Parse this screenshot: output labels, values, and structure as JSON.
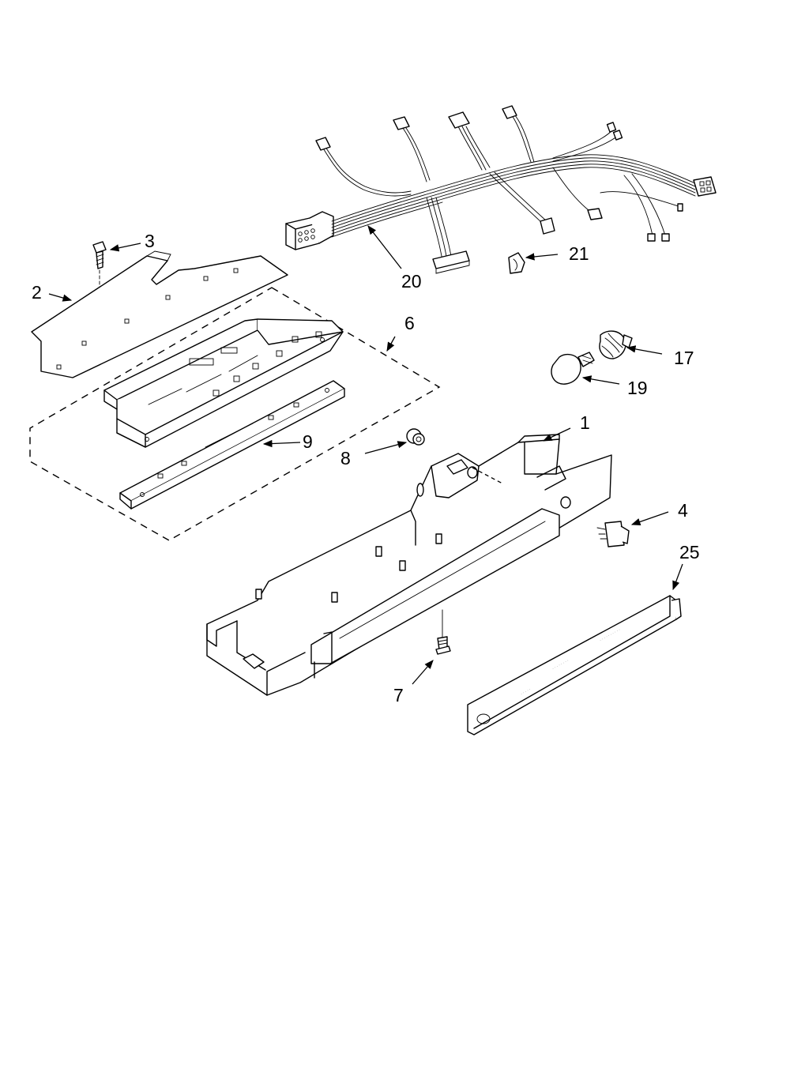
{
  "diagram": {
    "callouts": [
      {
        "id": "c1",
        "label": "1"
      },
      {
        "id": "c2",
        "label": "2"
      },
      {
        "id": "c3",
        "label": "3"
      },
      {
        "id": "c4",
        "label": "4"
      },
      {
        "id": "c6",
        "label": "6"
      },
      {
        "id": "c7",
        "label": "7"
      },
      {
        "id": "c8",
        "label": "8"
      },
      {
        "id": "c9",
        "label": "9"
      },
      {
        "id": "c17",
        "label": "17"
      },
      {
        "id": "c19",
        "label": "19"
      },
      {
        "id": "c20",
        "label": "20"
      },
      {
        "id": "c21",
        "label": "21"
      },
      {
        "id": "c25",
        "label": "25"
      }
    ]
  }
}
